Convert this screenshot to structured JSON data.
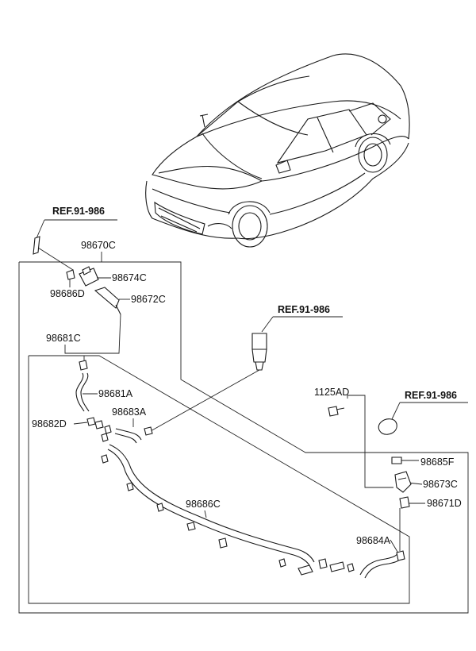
{
  "diagram": {
    "refs": {
      "ref_top_left": "REF.91-986",
      "ref_middle": "REF.91-986",
      "ref_right": "REF.91-986"
    },
    "labels": {
      "p98670C": "98670C",
      "p98674C": "98674C",
      "p98686D": "98686D",
      "p98672C": "98672C",
      "p98681C": "98681C",
      "p98681A": "98681A",
      "p98683A": "98683A",
      "p98682D": "98682D",
      "p1125AD": "1125AD",
      "p98685F": "98685F",
      "p98673C": "98673C",
      "p98671D": "98671D",
      "p98686C": "98686C",
      "p98684A": "98684A"
    }
  }
}
